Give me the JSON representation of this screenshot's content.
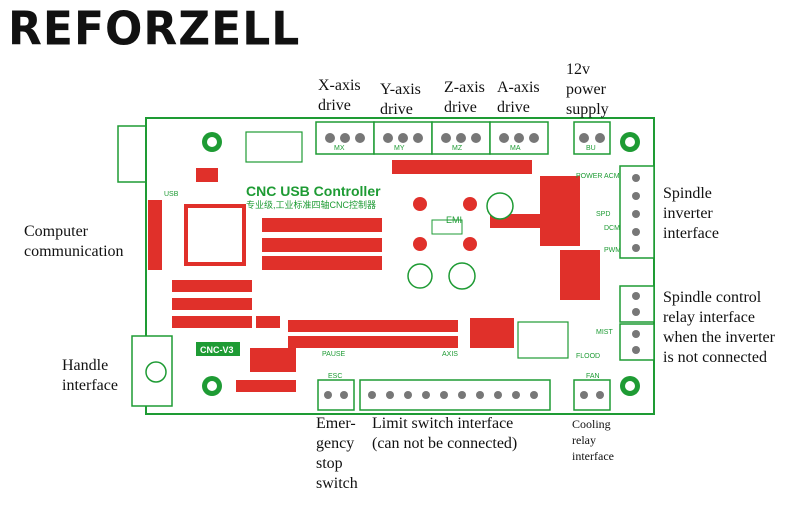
{
  "logo": "REFORZELL",
  "labels": {
    "x_axis": "X-axis\ndrive",
    "y_axis": "Y-axis\ndrive",
    "z_axis": "Z-axis\ndrive",
    "a_axis": "A-axis\ndrive",
    "power": "12v\npower\nsupply",
    "spindle_inverter": "Spindle\ninverter\ninterface",
    "computer": "Computer\ncommunication",
    "spindle_relay": "Spindle control\nrelay interface\nwhen the inverter\nis not connected",
    "handle": "Handle\ninterface",
    "estop": "Emer-\ngency\nstop\nswitch",
    "limit": "Limit switch interface\n(can not be connected)",
    "cooling": "Cooling\nrelay\ninterface"
  },
  "board": {
    "title": "CNC USB Controller",
    "subtitle": "专业级,工业标准四轴CNC控制器",
    "version": "CNC-V3",
    "connectors": [
      "MX",
      "MY",
      "MZ",
      "MA",
      "BU"
    ],
    "silk": [
      "USB",
      "EMI",
      "POWER",
      "PAUSE",
      "ESC",
      "AXIS",
      "FLOOD",
      "FAN",
      "SPD",
      "MIST",
      "PWM",
      "DCM",
      "ACM"
    ]
  },
  "colors": {
    "board_green": "#1e9b34",
    "component_red": "#e0302a"
  }
}
